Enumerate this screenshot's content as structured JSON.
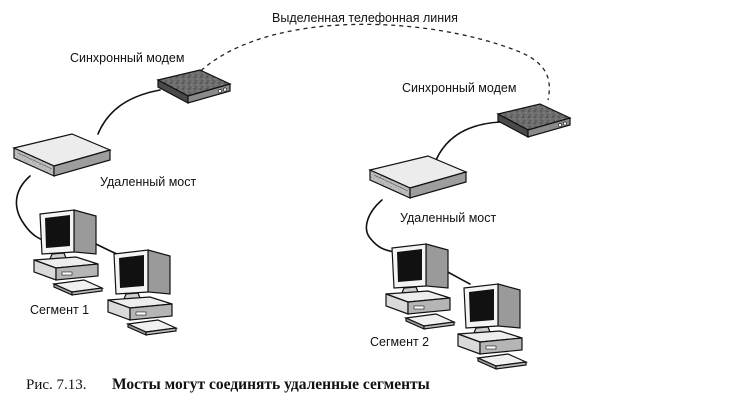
{
  "diagram": {
    "line_label": "Выделенная телефонная линия",
    "left_site": {
      "modem_label": "Синхронный модем",
      "bridge_label": "Удаленный мост",
      "segment_label": "Сегмент 1"
    },
    "right_site": {
      "modem_label": "Синхронный модем",
      "bridge_label": "Удаленный мост",
      "segment_label": "Сегмент 2"
    },
    "caption": {
      "number": "Рис. 7.13.",
      "text": "Мосты могут соединять удаленные сегменты"
    }
  }
}
